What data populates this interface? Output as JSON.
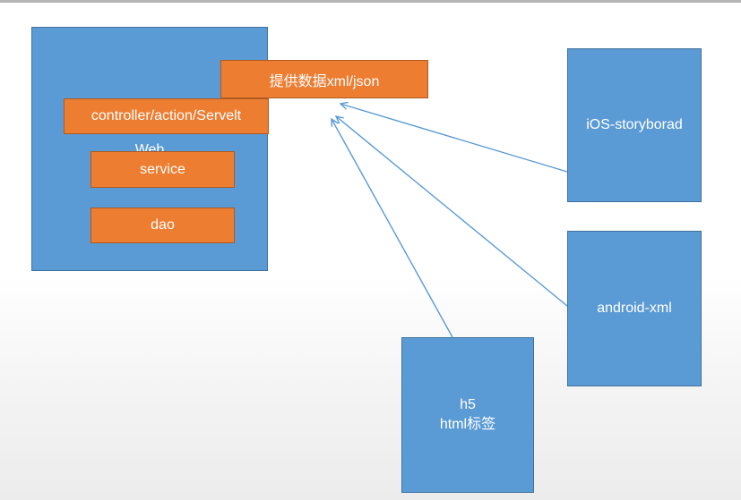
{
  "web_server": {
    "label": "Web",
    "layers": {
      "controller": "controller/action/Servelt",
      "service": "service",
      "dao": "dao"
    }
  },
  "provide_data": "提供数据xml/json",
  "clients": {
    "ios": "iOS-storyborad",
    "android": "android-xml",
    "h5": {
      "line1": "h5",
      "line2": "html标签"
    }
  },
  "colors": {
    "box_blue": "#5b9bd5",
    "box_orange": "#ed7d31",
    "arrow": "#5b9bd5"
  }
}
